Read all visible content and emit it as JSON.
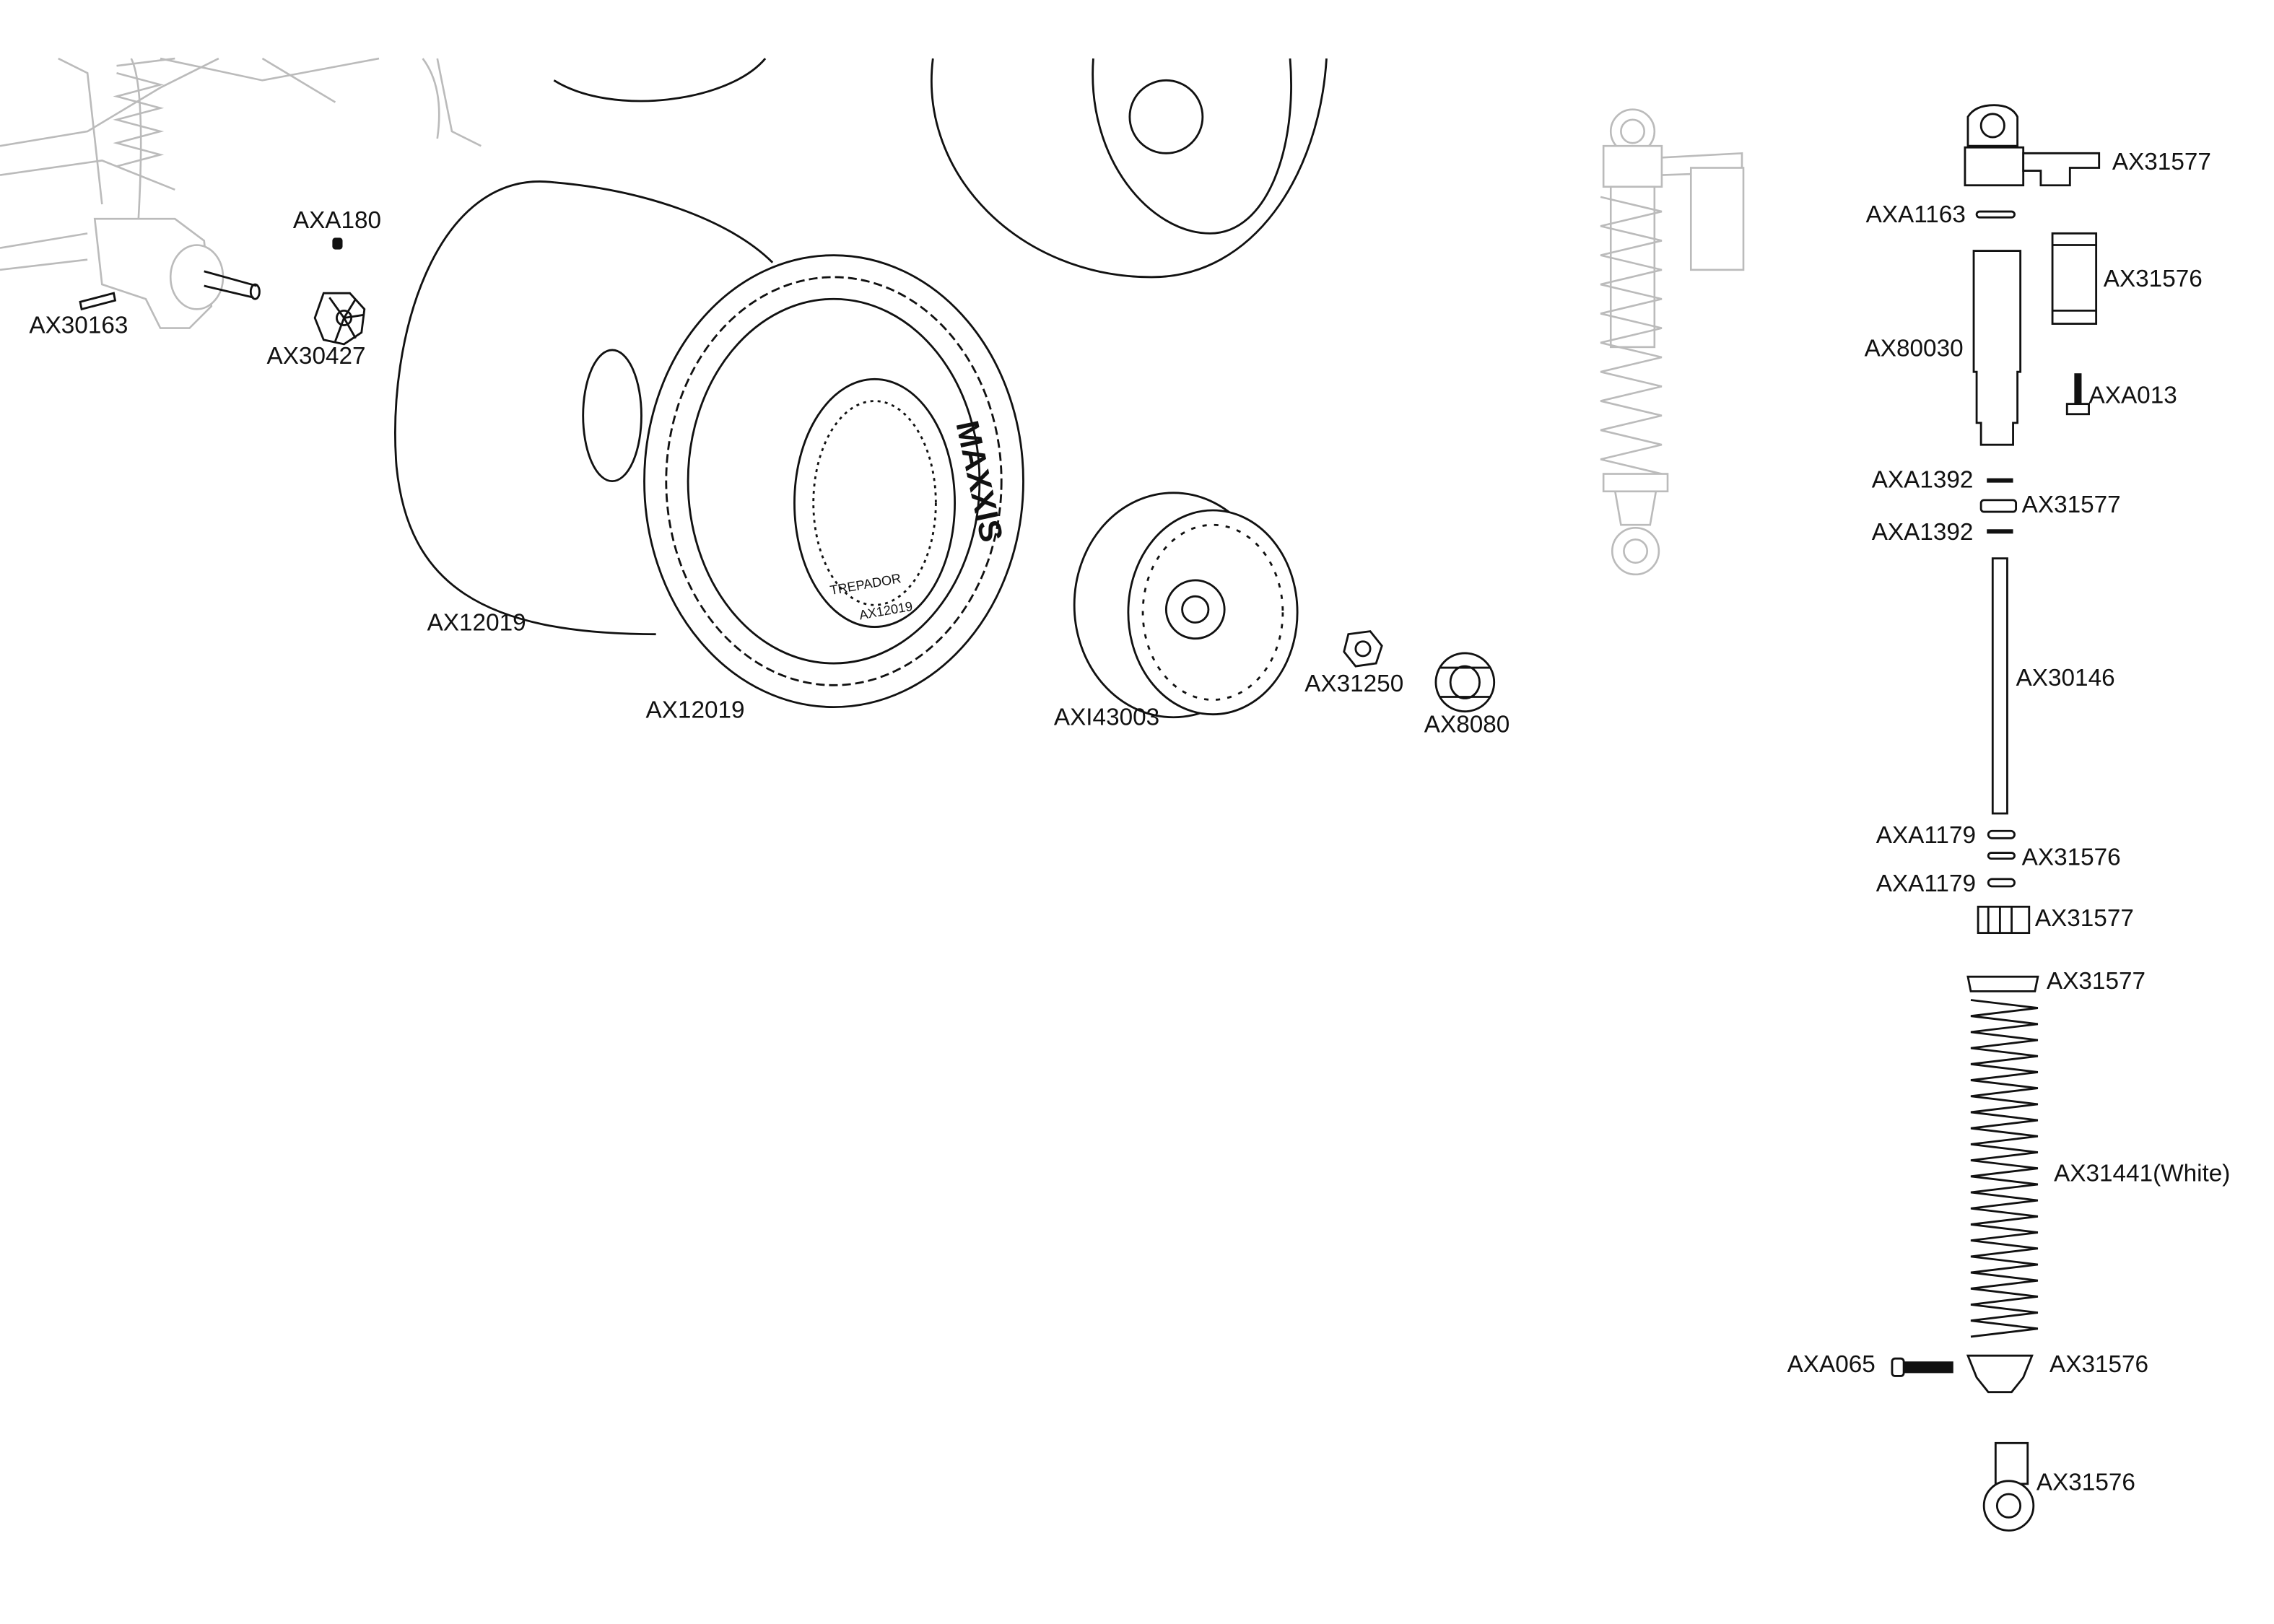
{
  "diagram": {
    "colors": {
      "line": "#111111",
      "context_line": "#bbbbbb",
      "background": "#ffffff"
    },
    "part_labels": [
      "AXA180",
      "AX30163",
      "AX30427",
      "AX12019",
      "AX12019",
      "AXI43003",
      "AX31250",
      "AX8080",
      "AX31577",
      "AXA1163",
      "AX31576",
      "AX80030",
      "AXA013",
      "AXA1392",
      "AX31577",
      "AXA1392",
      "AX30146",
      "AXA1179",
      "AX31576",
      "AXA1179",
      "AX31577",
      "AX31577",
      "AX31441(White)",
      "AXA065",
      "AX31576",
      "AX31576"
    ],
    "tire_sidewall_text": {
      "brand": "MAXXIS",
      "model": "TREPADOR",
      "code": "AX12019"
    }
  }
}
